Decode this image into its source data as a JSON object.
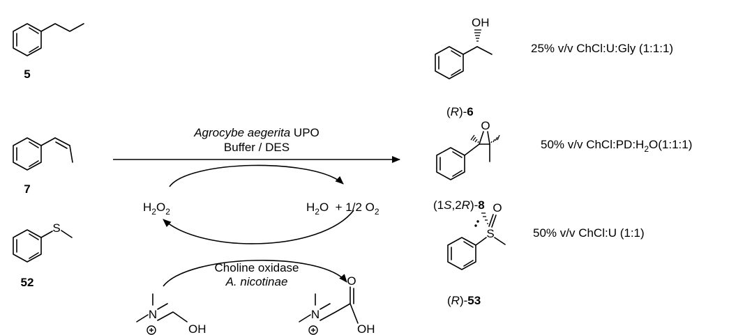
{
  "compounds": {
    "ethylbenzene": {
      "id": "5"
    },
    "cis_methylstyrene": {
      "id": "7"
    },
    "thioanisole": {
      "id": "52"
    },
    "alcohol": {
      "prefix": "(",
      "stereo": "R",
      "suffix": ")-",
      "id": "6",
      "oh_label": "OH"
    },
    "epoxide": {
      "prefix": "(1",
      "s1": "S",
      "mid": ",2",
      "s2": "R",
      "suffix": ")-",
      "id": "8",
      "o_label": "O"
    },
    "sulfoxide": {
      "prefix": "(",
      "stereo": "R",
      "suffix": ")-",
      "id": "53",
      "s_label": "S",
      "o_label": "O"
    }
  },
  "labels": {
    "s_thioanisole": "S",
    "n_label": "N",
    "oh_label": "OH",
    "o_label": "O"
  },
  "conditions": {
    "alcohol": "25% v/v ChCl:U:Gly (1:1:1)",
    "epoxide_a": "50% v/v ChCl:PD:H",
    "epoxide_sub": "2",
    "epoxide_b": "O(1:1:1)",
    "sulfoxide": "50% v/v ChCl:U (1:1)"
  },
  "arrow": {
    "enzyme_italic": "Agrocybe aegerita",
    "enzyme_rest": " UPO",
    "medium": "Buffer / DES"
  },
  "cycle": {
    "h2o2_a": "H",
    "h2o2_sub1": "2",
    "h2o2_b": "O",
    "h2o2_sub2": "2",
    "products_a": "H",
    "products_sub1": "2",
    "products_b": "O  + 1/2 O",
    "products_sub2": "2",
    "oxidase": "Choline oxidase",
    "organism": "A. nicotinae"
  }
}
